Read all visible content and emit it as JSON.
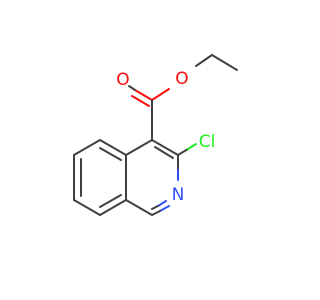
{
  "molecule": {
    "atom_labels": {
      "ester_oxygen": "O",
      "carbonyl_oxygen": "O",
      "chlorine": "Cl",
      "nitrogen": "N"
    },
    "colors": {
      "bond": "#404040",
      "oxygen": "#ff0d0d",
      "nitrogen": "#3050f8",
      "chlorine": "#1ff01f",
      "background": "#ffffff"
    }
  }
}
